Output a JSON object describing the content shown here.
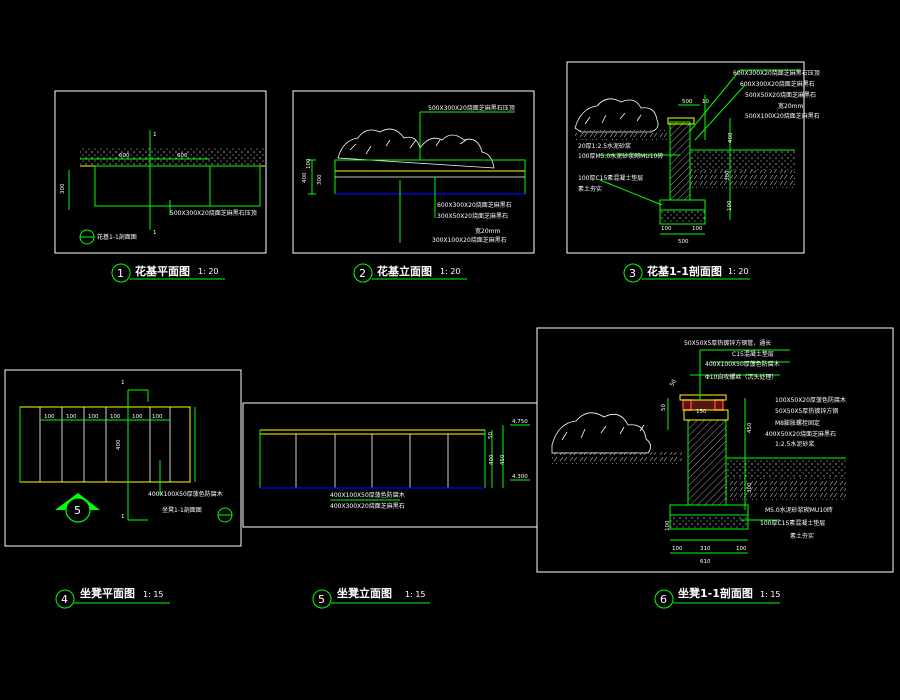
{
  "views": {
    "v1": {
      "num": "1",
      "title": "花基平面图",
      "scale": "1: 20",
      "labels": [
        "500X300X20烧面芝麻黑石压顶",
        "花基1-1剖面图"
      ],
      "dims": [
        "600",
        "600",
        "300"
      ],
      "section_mark": "1"
    },
    "v2": {
      "num": "2",
      "title": "花基立面图",
      "scale": "1: 20",
      "labels": [
        "500X300X20烧面芝麻黑石压顶",
        "600X300X20烧面芝麻黑石",
        "300X50X20烧面芝麻黑石",
        "宽20mm",
        "300X100X20烧面芝麻黑石"
      ],
      "dims": [
        "100",
        "400",
        "300"
      ]
    },
    "v3": {
      "num": "3",
      "title": "花基1-1剖面图",
      "scale": "1: 20",
      "labels": [
        "600X300X20烧面芝麻黑石压顶",
        "600X300X20烧面芝麻黑石",
        "500X50X20烧面芝麻黑石",
        "宽20mm",
        "500X100X20烧面芝麻黑石",
        "20厚1:2.5水泥砂浆",
        "100厚M5.0水泥砂浆砌MU10砖",
        "100厚C15素混凝土垫层",
        "素土夯实"
      ],
      "dims": [
        "500",
        "10",
        "400",
        "100",
        "100",
        "300",
        "100",
        "500"
      ]
    },
    "v4": {
      "num": "4",
      "title": "坐凳平面图",
      "scale": "1: 15",
      "labels": [
        "400X100X50厚菠色防腐木",
        "坐凳1-1剖面图"
      ],
      "dims": [
        "100",
        "100",
        "100",
        "100",
        "100",
        "100",
        "400"
      ],
      "section_mark": "1",
      "detail_mark": "5"
    },
    "v5": {
      "num": "5",
      "title": "坐凳立面图",
      "scale": "1: 15",
      "labels": [
        "400X100X50厚菠色防腐木",
        "400X300X20烧面芝麻黑石"
      ],
      "dims": [
        "4.750",
        "4.300",
        "50",
        "400",
        "450"
      ]
    },
    "v6": {
      "num": "6",
      "title": "坐凳1-1剖面图",
      "scale": "1: 15",
      "labels": [
        "50X50X5厚热镀锌方钢管，通长",
        "C15混凝土垫层",
        "400X100X50厚菠色防腐木",
        "Φ10自攻螺丝（沉头处理）",
        "100X50X20厚菠色防腐木",
        "50X50X5厚热镀锌方钢",
        "M8膨胀螺栓固定",
        "400X50X20烧面芝麻黑石",
        "1:2.5水泥砂浆",
        "M5.0水泥砂浆砌MU10砖",
        "100厚C15素混凝土垫层",
        "素土夯实"
      ],
      "dims": [
        "50",
        "150",
        "50",
        "450",
        "300",
        "100",
        "100",
        "310",
        "100",
        "610"
      ]
    }
  },
  "colors": {
    "line_main": "#00ff00",
    "line_accent": "#ffff00",
    "line_hatch": "#ffffff",
    "line_blue": "#0000ff",
    "line_red": "#ff3b30"
  }
}
